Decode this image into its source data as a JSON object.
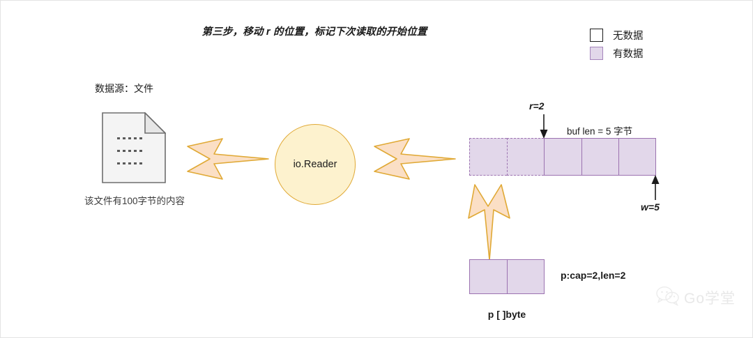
{
  "title": "第三步，移动 r 的位置，标记下次读取的开始位置",
  "legend": {
    "items": [
      {
        "label": "无数据",
        "swatch": "empty-box-icon",
        "color": "#ffffff"
      },
      {
        "label": "有数据",
        "swatch": "filled-box-icon",
        "color": "#e2d7ea"
      }
    ]
  },
  "source": {
    "label": "数据源：文件",
    "icon": "document-file-icon",
    "caption": "该文件有100字节的内容"
  },
  "arrows": {
    "flow_1": "right-chevron-arrow-icon",
    "flow_2": "right-chevron-arrow-icon",
    "flow_down": "down-chevron-arrow-icon",
    "r_pointer": "down-arrow-icon",
    "w_pointer": "up-arrow-icon"
  },
  "reader": {
    "label": "io.Reader",
    "fill": "#fdf2ce",
    "stroke": "#e0a935"
  },
  "buffer": {
    "len_label": "buf len = 5 字节",
    "r_marker": "r=2",
    "w_marker": "w=5",
    "fill": "#e2d7ea",
    "stroke": "#9b72b0",
    "cells": [
      {
        "index": 0,
        "style": "dashed"
      },
      {
        "index": 1,
        "style": "dashed"
      },
      {
        "index": 2,
        "style": "solid"
      },
      {
        "index": 3,
        "style": "solid"
      },
      {
        "index": 4,
        "style": "solid"
      }
    ]
  },
  "p_slice": {
    "meta": "p:cap=2,len=2",
    "caption": "p [ ]byte",
    "cells": [
      {
        "index": 0
      },
      {
        "index": 1
      }
    ],
    "fill": "#e2d7ea",
    "stroke": "#9b72b0"
  },
  "watermark": {
    "text": "Go学堂",
    "icon": "wechat-icon"
  }
}
